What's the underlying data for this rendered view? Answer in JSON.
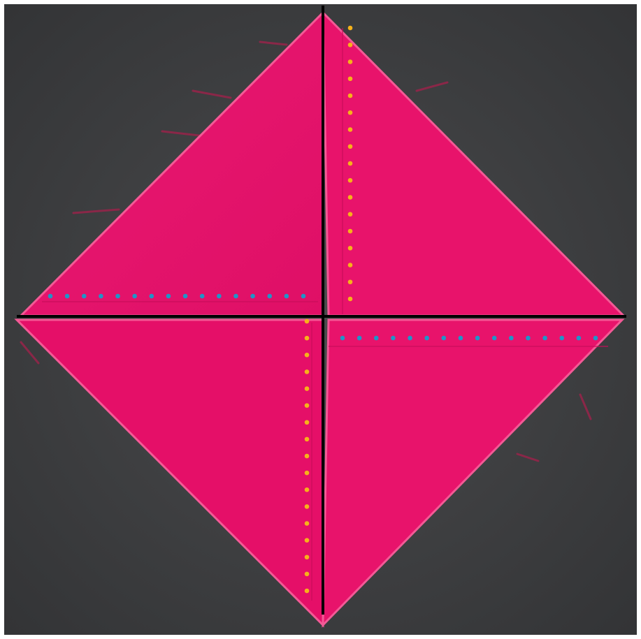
{
  "colors": {
    "background": "#3f4042",
    "fabric": "#e8136b",
    "fabric_edge": "#f35a96",
    "guide_line": "#000000",
    "vertical_dots": "#f6b21a",
    "horizontal_dots": "#1f95c8"
  },
  "layers": {
    "fabric_pieces": 4,
    "guide_lines": [
      "vertical",
      "horizontal"
    ],
    "dot_guides": [
      "orange-vertical-top-right",
      "orange-vertical-bottom-left",
      "blue-horizontal-left",
      "blue-horizontal-right"
    ]
  }
}
